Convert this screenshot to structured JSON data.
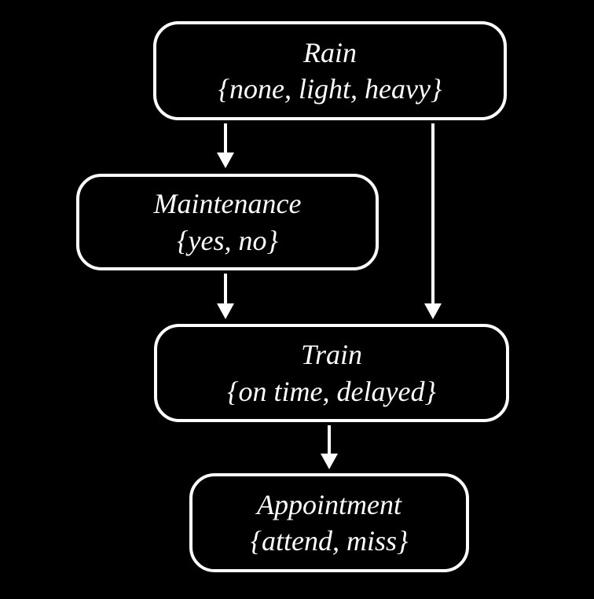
{
  "diagram": {
    "type": "bayesian-network",
    "background_color": "#000000",
    "node_border_color": "#ffffff",
    "text_color": "#ffffff",
    "arrow_color": "#ffffff",
    "nodes": [
      {
        "id": "rain",
        "title": "Rain",
        "states": "{none, light, heavy}"
      },
      {
        "id": "maintenance",
        "title": "Maintenance",
        "states": "{yes, no}"
      },
      {
        "id": "train",
        "title": "Train",
        "states": "{on time, delayed}"
      },
      {
        "id": "appointment",
        "title": "Appointment",
        "states": "{attend, miss}"
      }
    ],
    "edges": [
      {
        "from": "rain",
        "to": "maintenance"
      },
      {
        "from": "rain",
        "to": "train"
      },
      {
        "from": "maintenance",
        "to": "train"
      },
      {
        "from": "train",
        "to": "appointment"
      }
    ]
  }
}
